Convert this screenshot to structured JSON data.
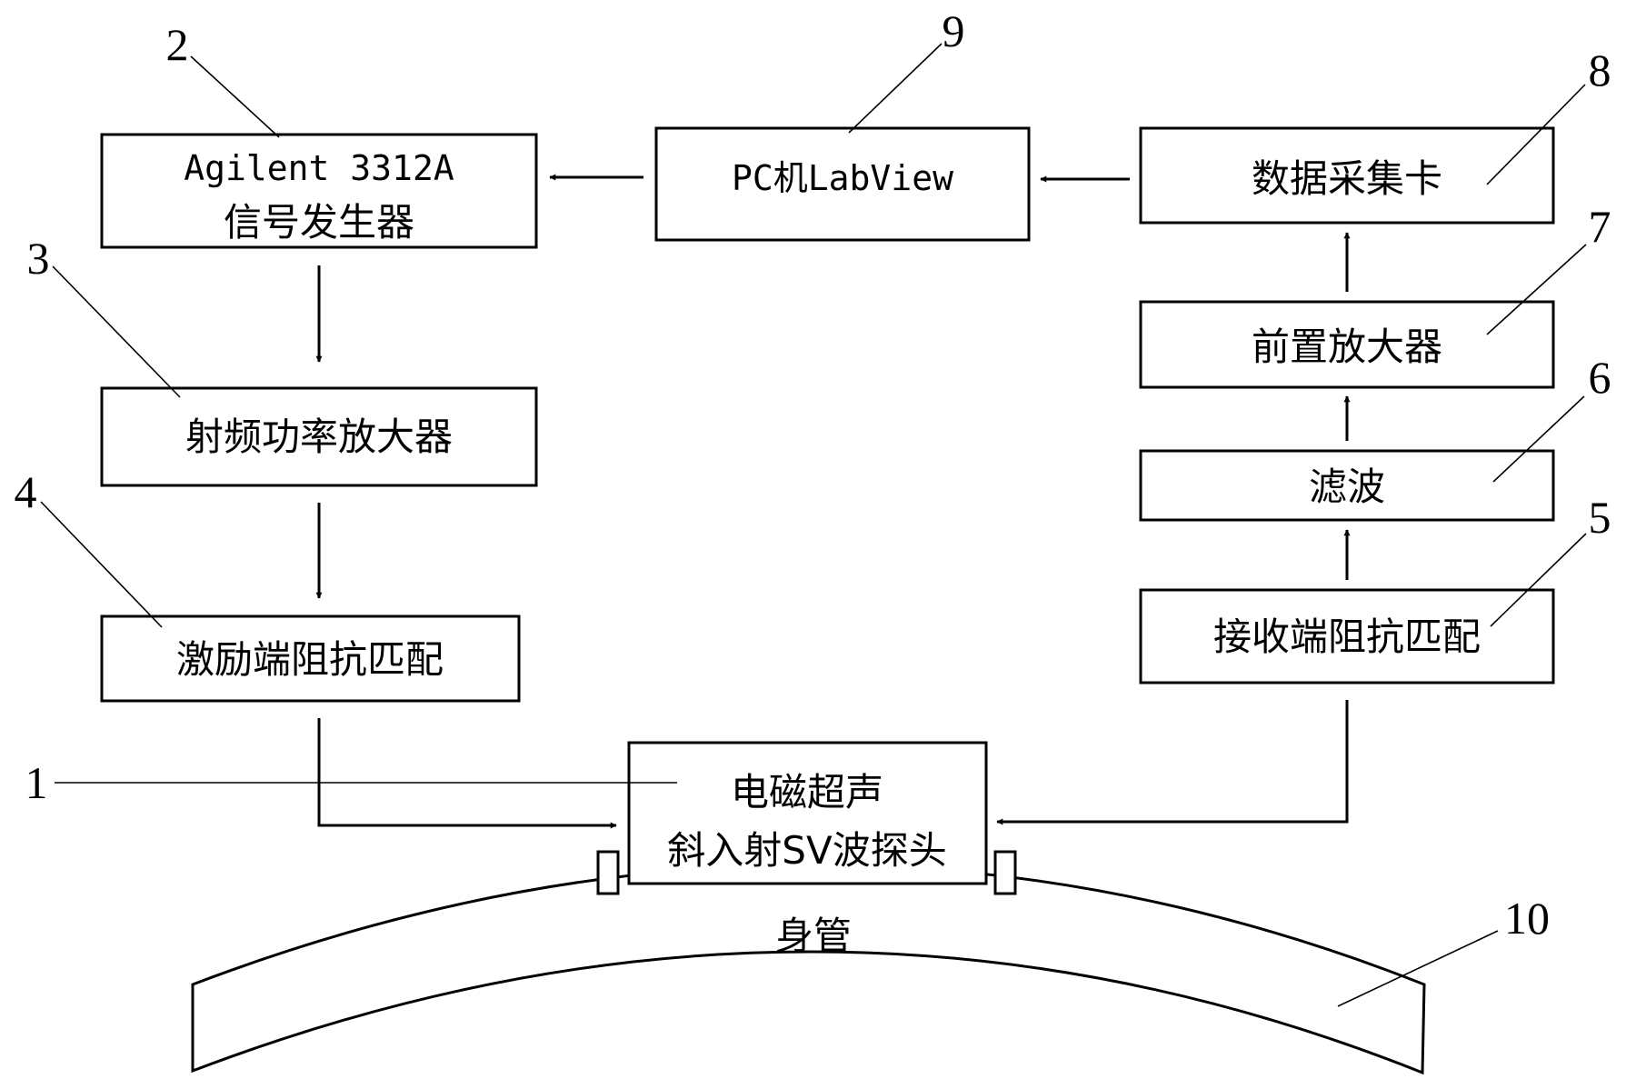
{
  "blocks": {
    "signal_generator": {
      "number": "2",
      "line1": "Agilent 3312A",
      "line2": "信号发生器"
    },
    "pc": {
      "number": "9",
      "label": "PC机LabView"
    },
    "daq": {
      "number": "8",
      "label": "数据采集卡"
    },
    "rf_amplifier": {
      "number": "3",
      "label": "射频功率放大器"
    },
    "preamplifier": {
      "number": "7",
      "label": "前置放大器"
    },
    "filter": {
      "number": "6",
      "label": "滤波"
    },
    "excite_matching": {
      "number": "4",
      "label": "激励端阻抗匹配"
    },
    "receive_matching": {
      "number": "5",
      "label": "接收端阻抗匹配"
    },
    "probe": {
      "number": "1",
      "line1": "电磁超声",
      "line2": "斜入射SV波探头"
    },
    "pipe": {
      "number": "10",
      "label": "身管"
    }
  }
}
